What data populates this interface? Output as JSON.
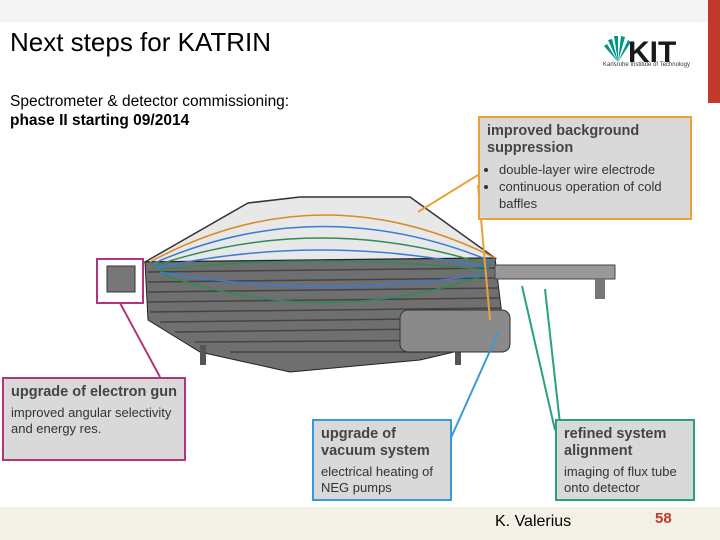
{
  "slide": {
    "title": "Next steps for KATRIN",
    "subtitle_line1": "Spectrometer & detector commissioning:",
    "subtitle_line2_prefix": "phase II starting ",
    "subtitle_line2_date": "09/2014",
    "logo_text": "KIT",
    "logo_subtext": "Karlsruhe Institute of Technology",
    "author": "K. Valerius",
    "page_number": "58"
  },
  "callouts": {
    "background": {
      "heading": "improved background suppression",
      "bullets": [
        "double-layer wire electrode",
        "continuous operation of cold baffles"
      ],
      "color": "#e8a23a"
    },
    "gun": {
      "heading": "upgrade of electron gun",
      "text": "improved angular selectivity and energy res.",
      "color": "#b0357a"
    },
    "vacuum": {
      "heading": "upgrade of vacuum system",
      "text": "electrical heating of NEG pumps",
      "color": "#3a9ad9"
    },
    "alignment": {
      "heading": "refined system alignment",
      "text": "imaging of flux tube onto detector",
      "color": "#2aa080"
    }
  }
}
